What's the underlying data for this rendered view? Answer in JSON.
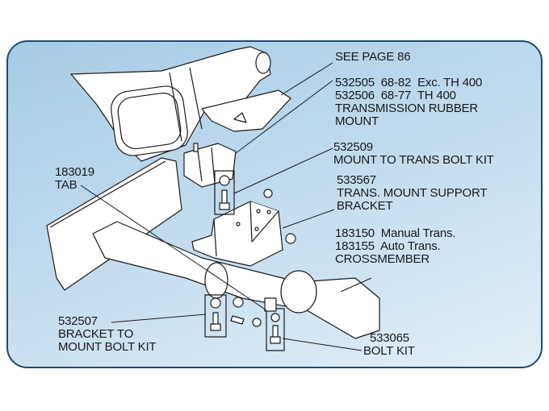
{
  "colors": {
    "panel_border": "#1f4b6e",
    "panel_bg_top": "#a6cbe5",
    "panel_bg_bottom": "#e3eff8",
    "line": "#1a1a1a",
    "part_fill": "#ffffff"
  },
  "callouts": {
    "see_page": {
      "line1": "SEE PAGE 86"
    },
    "rubber_mount": {
      "line1": "532505  68-82  Exc. TH 400",
      "line2": "532506  68-77  TH 400",
      "line3": "TRANSMISSION RUBBER",
      "line4": "MOUNT"
    },
    "trans_bolt_kit": {
      "line1": "532509",
      "line2": "MOUNT TO TRANS BOLT KIT"
    },
    "support_bracket": {
      "line1": "533567",
      "line2": "TRANS. MOUNT SUPPORT",
      "line3": "BRACKET"
    },
    "crossmember": {
      "line1": "183150  Manual Trans.",
      "line2": "183155  Auto Trans.",
      "line3": "CROSSMEMBER"
    },
    "tab": {
      "line1": "183019",
      "line2": "TAB"
    },
    "bracket_bolt_kit": {
      "line1": "532507",
      "line2": "BRACKET TO",
      "line3": "MOUNT BOLT KIT"
    },
    "bolt_kit": {
      "line1": "533065",
      "line2": "BOLT KIT"
    }
  }
}
